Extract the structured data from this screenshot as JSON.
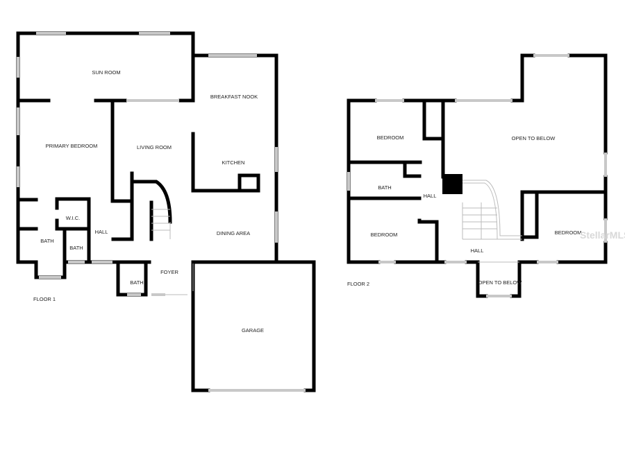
{
  "floor1": {
    "label": "FLOOR 1",
    "rooms": [
      "SUN ROOM",
      "BREAKFAST NOOK",
      "PRIMARY BEDROOM",
      "LIVING ROOM",
      "KITCHEN",
      "W.I.C.",
      "HALL",
      "BATH",
      "BATH",
      "DINING AREA",
      "BATH",
      "FOYER",
      "GARAGE"
    ]
  },
  "floor2": {
    "label": "FLOOR 2",
    "rooms": [
      "BEDROOM",
      "OPEN TO BELOW",
      "BATH",
      "HALL",
      "BEDROOM",
      "BEDROOM",
      "HALL",
      "OPEN TO BELOW"
    ]
  },
  "watermark": "StellarMLS",
  "colors": {
    "wall": "#000000",
    "window": "#c8c8c8",
    "background": "#ffffff"
  }
}
